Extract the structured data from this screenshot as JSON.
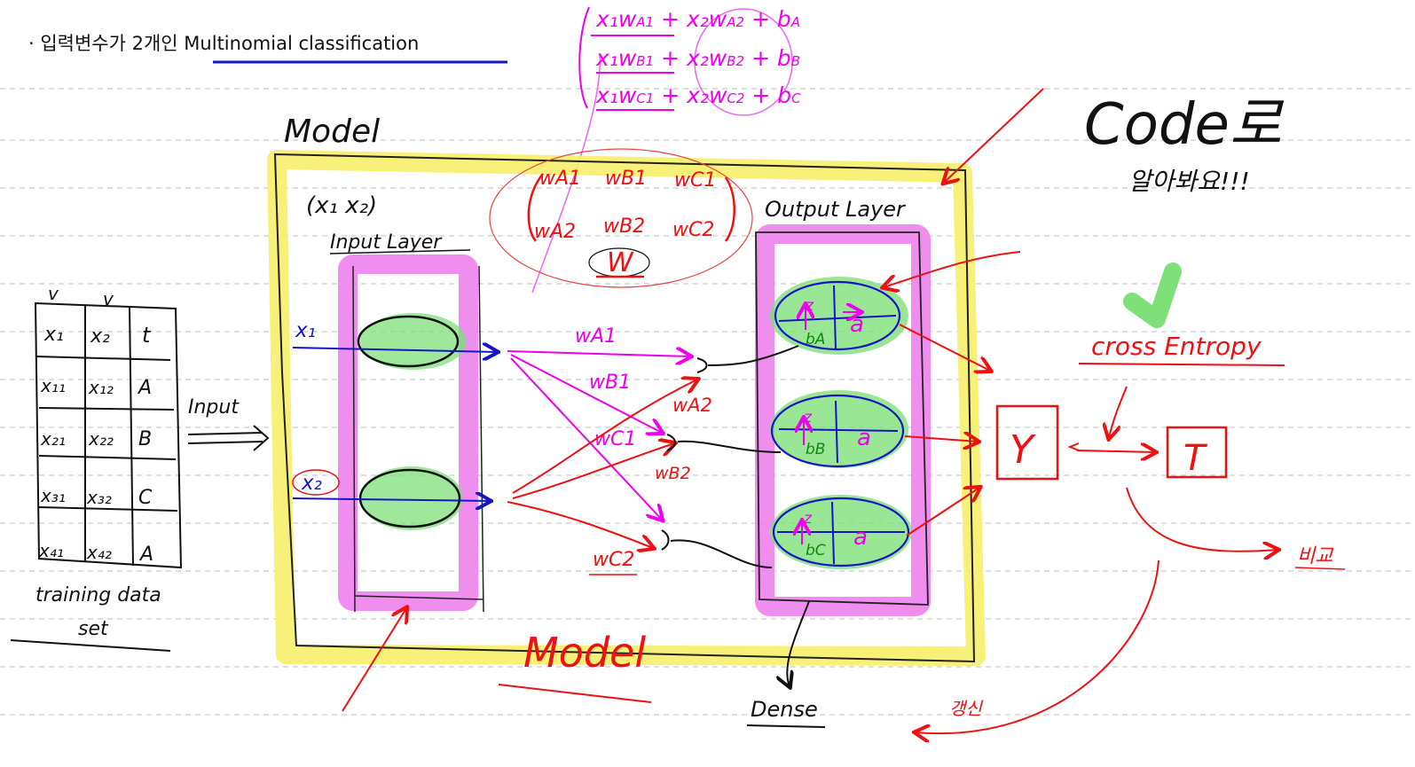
{
  "heading": "· 입력변수가 2개인 Multinomial classification",
  "equations": [
    {
      "t1": "x₁w",
      "s1": "A1",
      "t2": " + x₂w",
      "s2": "A2",
      "t3": " + b",
      "s3": "A"
    },
    {
      "t1": "x₁w",
      "s1": "B1",
      "t2": " + x₂w",
      "s2": "B2",
      "t3": " + b",
      "s3": "B"
    },
    {
      "t1": "x₁w",
      "s1": "C1",
      "t2": " + x₂w",
      "s2": "C2",
      "t3": " + b",
      "s3": "C"
    }
  ],
  "model_label_top": "Model",
  "model_label_bottom": "Model",
  "code_note": {
    "line1": "Code로",
    "line2": "알아봐요!!!"
  },
  "input_pair": "(x₁  x₂)",
  "input_layer_label": "Input Layer",
  "output_layer_label": "Output Layer",
  "weight_matrix": {
    "row1": [
      "wA1",
      "wB1",
      "wC1"
    ],
    "row2": [
      "wA2",
      "wB2",
      "wC2"
    ],
    "symbol": "W"
  },
  "input_nodes": [
    "x₁",
    "x₂"
  ],
  "edge_labels": {
    "wA1": "wA1",
    "wB1": "wB1",
    "wC1": "wC1",
    "wA2": "wA2",
    "wB2": "wB2",
    "wC2": "wC2"
  },
  "output_nodes": [
    {
      "z": "z",
      "b": "bA",
      "a": "a"
    },
    {
      "z": "z",
      "b": "bB",
      "a": "a"
    },
    {
      "z": "z",
      "b": "bC",
      "a": "a"
    }
  ],
  "table": {
    "header": [
      "x₁",
      "x₂",
      "t"
    ],
    "rows": [
      [
        "x₁₁",
        "x₁₂",
        "A"
      ],
      [
        "x₂₁",
        "x₂₂",
        "B"
      ],
      [
        "x₃₁",
        "x₃₂",
        "C"
      ],
      [
        "x₄₁",
        "x₄₂",
        "A"
      ]
    ],
    "checks": [
      "v",
      "v"
    ],
    "caption1": "training data",
    "caption2": "set"
  },
  "input_arrow_label": "Input",
  "cross_entropy": "cross Entropy",
  "y_box": "Y",
  "t_box": "T",
  "compare": "비교",
  "update": "갱신",
  "dense": "Dense",
  "colors": {
    "yellow": "#f7f06a",
    "pink": "#ee82ee",
    "green": "#7fe07a",
    "red": "#ee1111",
    "magenta": "#ee00ee",
    "blue": "#1515c8",
    "black": "#111111"
  }
}
